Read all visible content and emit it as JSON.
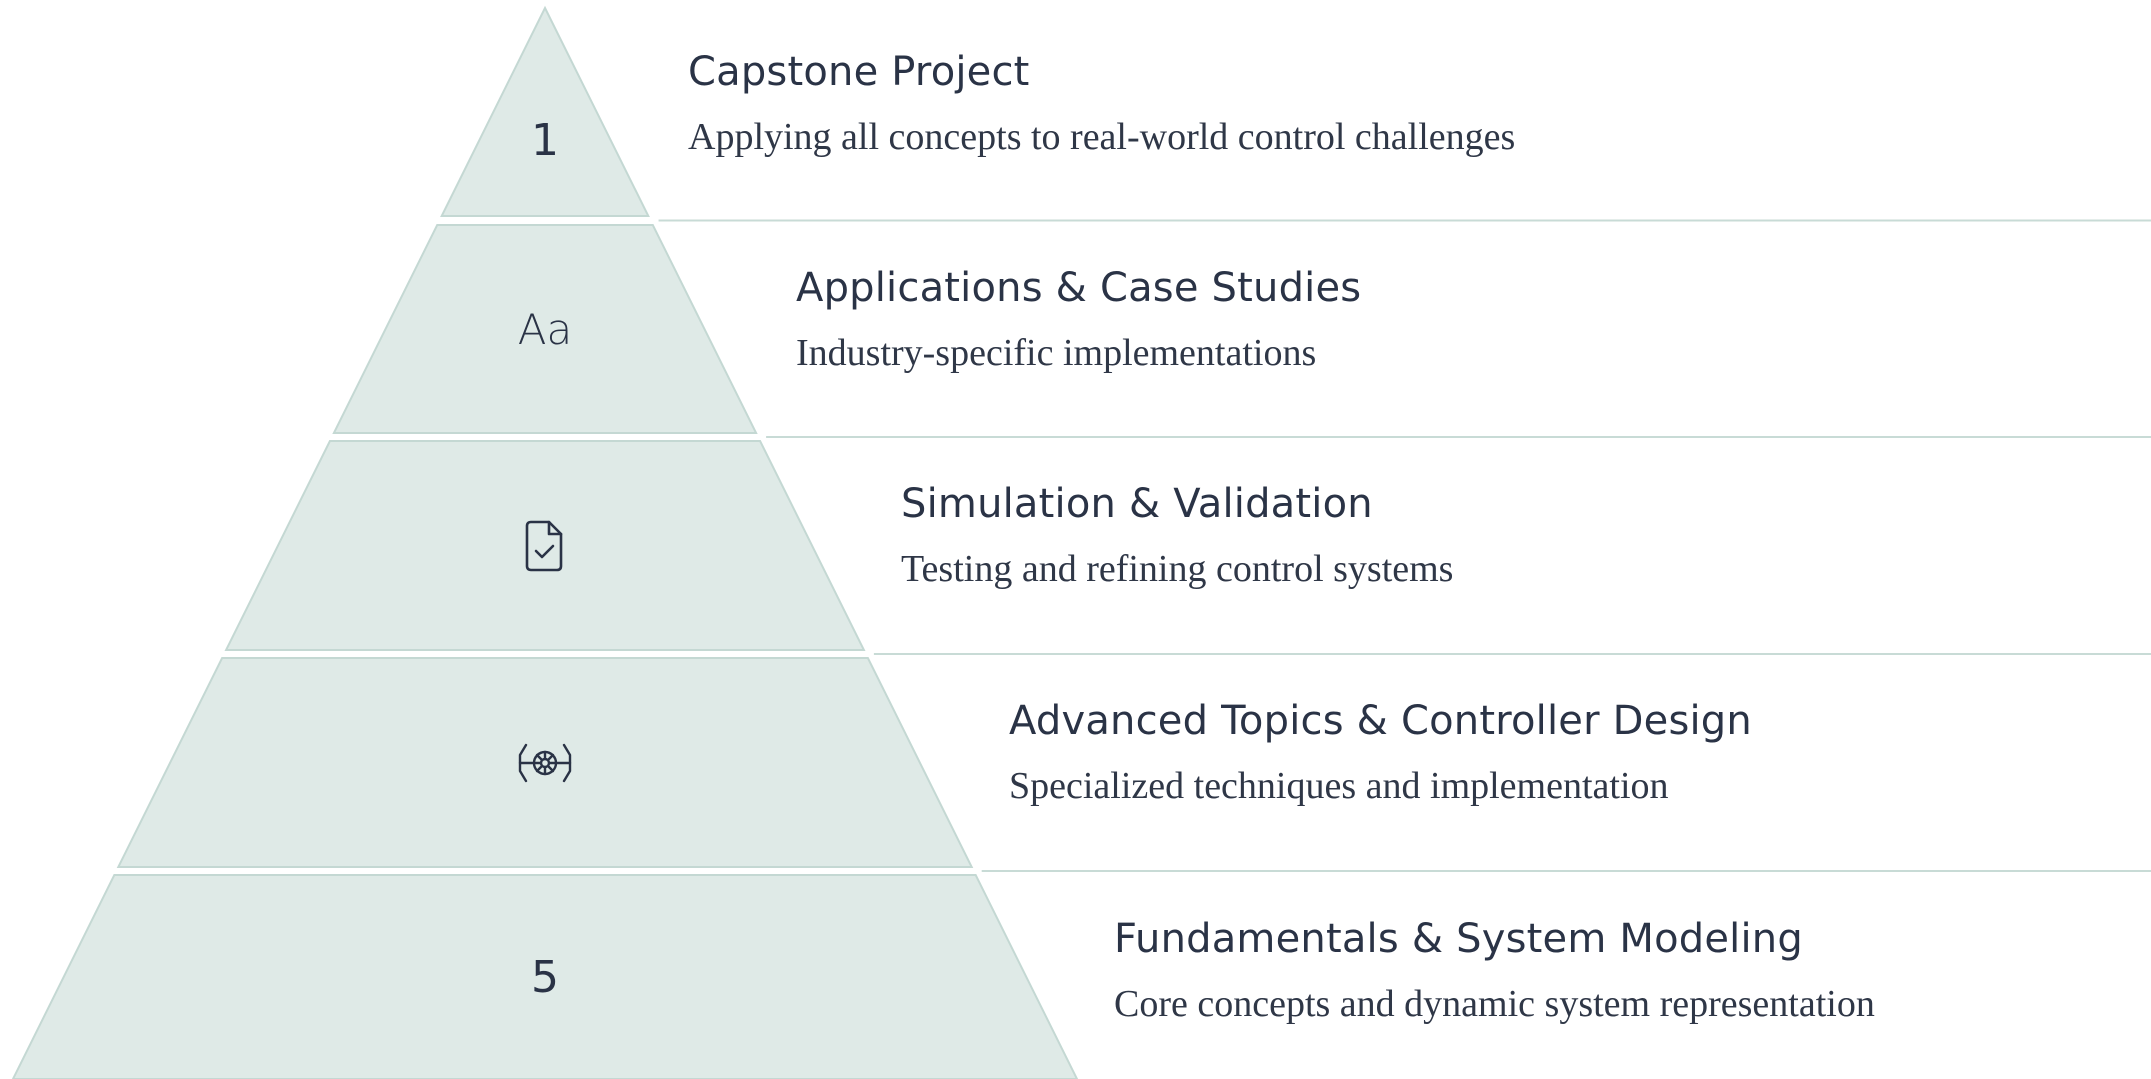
{
  "pyramid": {
    "colors": {
      "tier_fill": "#dfeae7",
      "tier_stroke": "#c4d8d3",
      "separator": "#c8dbd6",
      "text": "#2a3346"
    },
    "tiers": [
      {
        "icon_type": "number",
        "icon_text": "1",
        "icon_name": "number-one-icon",
        "title": "Capstone Project",
        "description": "Applying all concepts to real-world control challenges"
      },
      {
        "icon_type": "text",
        "icon_text": "Aa",
        "icon_name": "typography-icon",
        "title": "Applications & Case Studies",
        "description": "Industry-specific implementations"
      },
      {
        "icon_type": "svg",
        "icon_text": "",
        "icon_name": "document-check-icon",
        "title": "Simulation & Validation",
        "description": "Testing and refining control systems"
      },
      {
        "icon_type": "svg",
        "icon_text": "",
        "icon_name": "tie-fighter-icon",
        "title": "Advanced Topics & Controller Design",
        "description": "Specialized techniques and implementation"
      },
      {
        "icon_type": "number",
        "icon_text": "5",
        "icon_name": "number-five-icon",
        "title": "Fundamentals & System Modeling",
        "description": "Core concepts and dynamic system representation"
      }
    ]
  }
}
